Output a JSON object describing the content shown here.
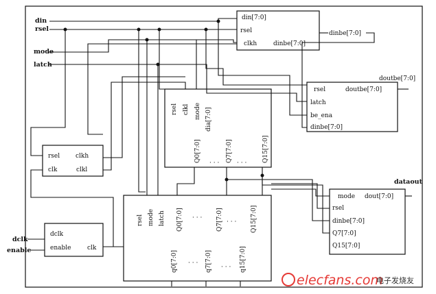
{
  "signals": {
    "din": "din",
    "rsel": "rsel",
    "mode": "mode",
    "latch": "latch",
    "dclk": "dclk",
    "enable": "enable",
    "dinbe": "dinbe[7:0]",
    "doutbe": "doutbe[7:0]",
    "dataout": "dataout"
  },
  "block_a": {
    "din": "din[7:0]",
    "rsel": "rsel",
    "clkh": "clkh",
    "dinbe": "dinbe[7:0]"
  },
  "block_b": {
    "rsel": "rsel",
    "doutbe": "doutbe[7:0]",
    "latch": "latch",
    "be_ena": "be_ena",
    "dinbe": "dinbe[7:0]"
  },
  "block_c": {
    "rsel": "rsel",
    "clkl": "clkl",
    "mode": "mode",
    "dia": "dia[7:0]",
    "q0": "Q0[7:0]",
    "q7": "Q7[7:0]",
    "q15": "Q15[7:0]"
  },
  "block_d": {
    "rsel": "rsel",
    "clkh": "clkh",
    "clk": "clk",
    "clkl": "clkl"
  },
  "block_e": {
    "dclk": "dclk",
    "enable": "enable",
    "clk": "clk"
  },
  "block_f": {
    "rsel": "rsel",
    "mode": "mode",
    "latch": "latch",
    "q0_in": "Q0[7:0]",
    "q7_in": "Q7[7:0]",
    "q15_in": "Q15[7:0]",
    "q0_out": "q0[7:0]",
    "q7_out": "q7[7:0]",
    "q15_out": "q15[7:0]"
  },
  "block_g": {
    "mode": "mode",
    "dout": "dout[7:0]",
    "rsel": "rsel",
    "dinbe": "dinbe[7:0]",
    "q7": "Q7[7:0]",
    "q15": "Q15[7:0]"
  },
  "dots": "· · ·",
  "watermark": {
    "logo": "elecfans.com",
    "cn": "电子发烧友"
  }
}
